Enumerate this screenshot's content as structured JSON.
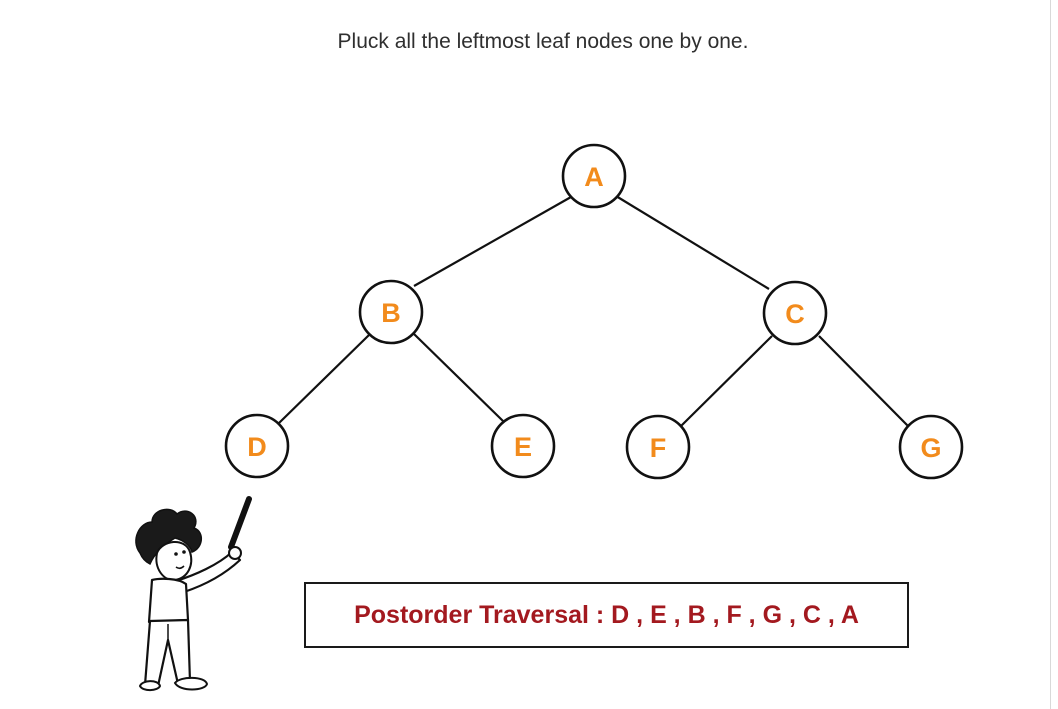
{
  "caption": "Pluck all the leftmost leaf nodes one by one.",
  "tree": {
    "nodes": [
      {
        "id": "A",
        "label": "A"
      },
      {
        "id": "B",
        "label": "B"
      },
      {
        "id": "C",
        "label": "C"
      },
      {
        "id": "D",
        "label": "D"
      },
      {
        "id": "E",
        "label": "E"
      },
      {
        "id": "F",
        "label": "F"
      },
      {
        "id": "G",
        "label": "G"
      }
    ],
    "edges": [
      [
        "A",
        "B"
      ],
      [
        "A",
        "C"
      ],
      [
        "B",
        "D"
      ],
      [
        "B",
        "E"
      ],
      [
        "C",
        "F"
      ],
      [
        "C",
        "G"
      ]
    ]
  },
  "result": {
    "label": "Postorder Traversal",
    "separator": " : ",
    "sequence": "D , E , B , F , G , C , A"
  },
  "colors": {
    "node_label": "#f28b1c",
    "result_text": "#a3191f",
    "outline": "#111111"
  },
  "illustration": "person-pointing-stick-icon"
}
